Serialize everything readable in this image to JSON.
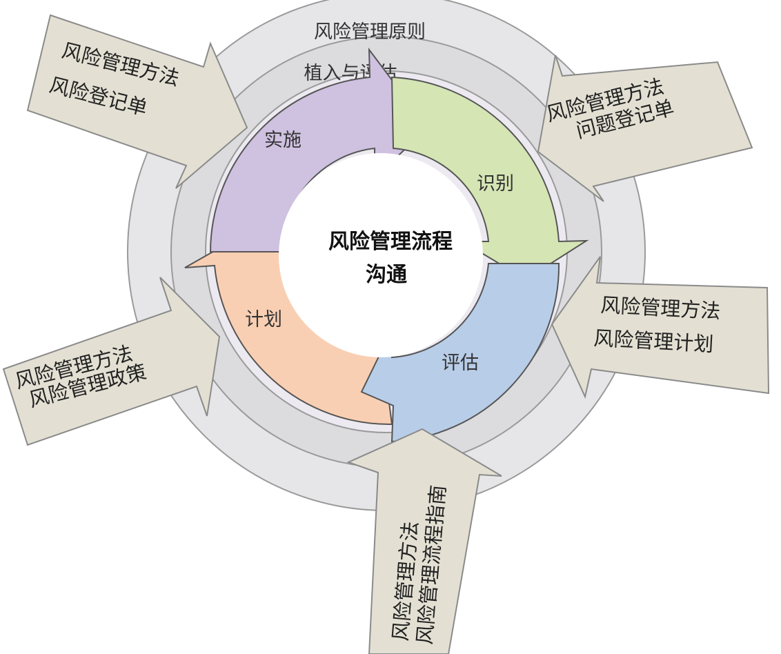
{
  "outer_ring_label": "风险管理原则",
  "inner_ring_label": "植入与评估",
  "center": {
    "line1": "风险管理流程",
    "line2": "沟通"
  },
  "segments": {
    "implement": {
      "label": "实施",
      "color": "#cfc1e0"
    },
    "identify": {
      "label": "识别",
      "color": "#d5e5b4"
    },
    "assess": {
      "label": "评估",
      "color": "#b8cde8"
    },
    "plan": {
      "label": "计划",
      "color": "#f9cfb3"
    }
  },
  "inputs": {
    "top_left": {
      "line1": "风险管理方法",
      "line2": "风险登记单"
    },
    "top_right": {
      "line1": "风险管理方法",
      "line2": "问题登记单"
    },
    "right": {
      "line1": "风险管理方法",
      "line2": "风险管理计划"
    },
    "left": {
      "line1": "风险管理方法",
      "line2": "风险管理政策"
    },
    "bottom": {
      "line1": "风险管理方法",
      "line2": "风险管理流程指南"
    }
  },
  "colors": {
    "outer_ring": "#e6e6e8",
    "inner_ring": "#dcdcdf",
    "input_box": "#e3e0d3",
    "outline": "#8a8a8a"
  }
}
